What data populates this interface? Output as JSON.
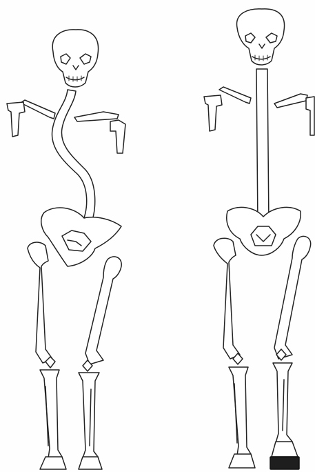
{
  "figure": {
    "panels": [
      {
        "id": "left",
        "spine": "curved",
        "shoe_lift": false
      },
      {
        "id": "right",
        "spine": "straight",
        "shoe_lift": true
      }
    ],
    "colors": {
      "outline": "#222222",
      "bone_fill": "#ffffff",
      "lift_fill": "#1e1e1e",
      "background": "#fefefe"
    }
  }
}
